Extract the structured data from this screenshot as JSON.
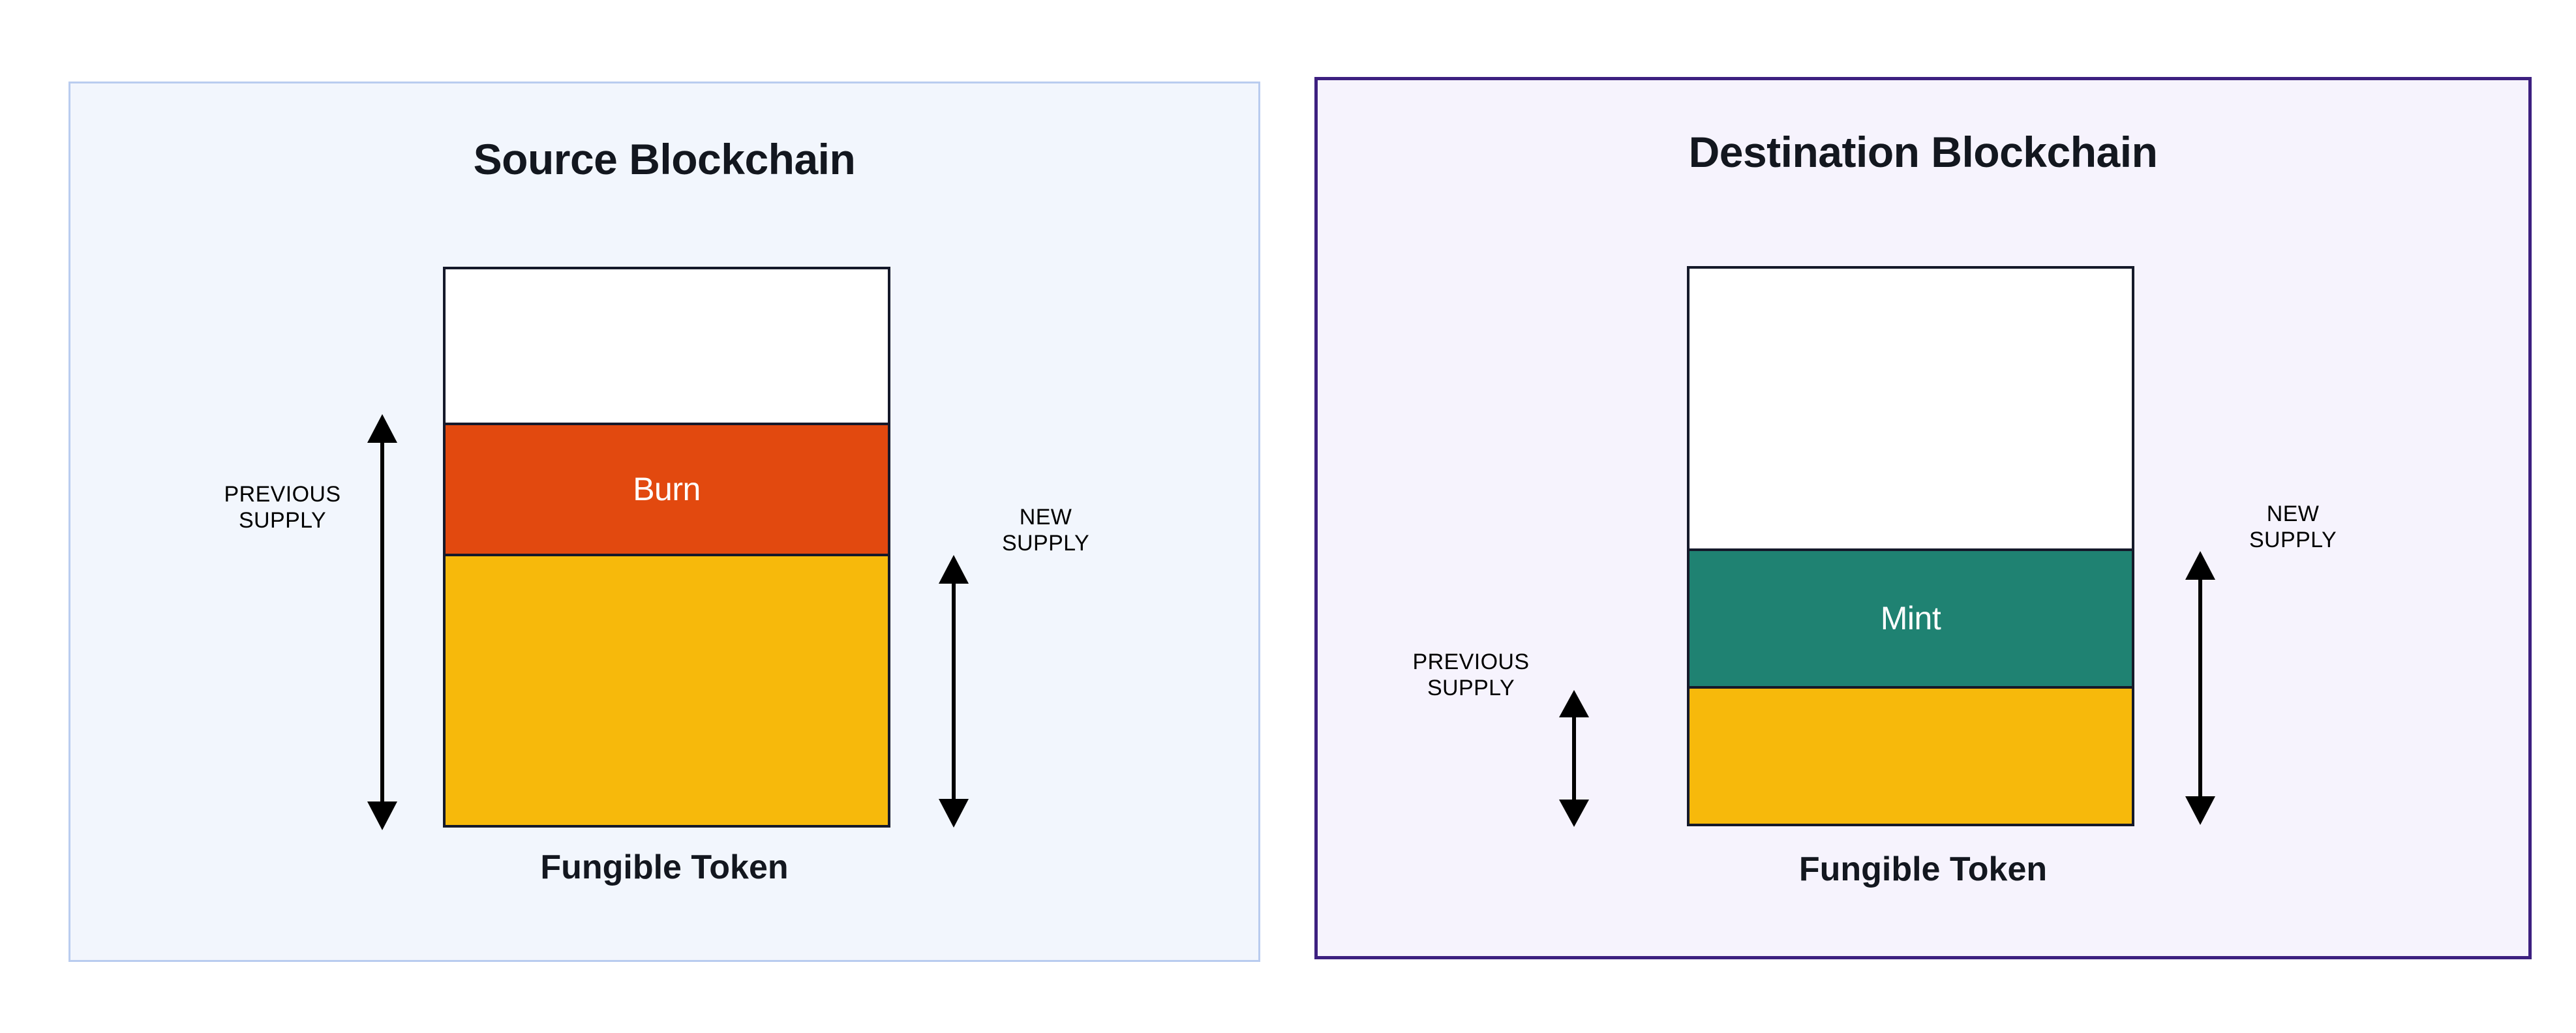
{
  "diagram": {
    "type": "token-supply-burn-mint-comparison",
    "panels": [
      {
        "id": "source",
        "title": "Source Blockchain",
        "footer": "Fungible Token",
        "panel_background": "#F2F6FD",
        "panel_border": "#B9CCEF",
        "bar": {
          "outline_color": "#15192A",
          "segments": [
            {
              "name": "headroom",
              "label": "",
              "color": "#FFFFFF",
              "height_pct": 27.8
            },
            {
              "name": "burn",
              "label": "Burn",
              "color": "#E2490F",
              "height_pct": 23.4
            },
            {
              "name": "supply",
              "label": "",
              "color": "#F7B90B",
              "height_pct": 48.8
            }
          ]
        },
        "measures": [
          {
            "name": "previous-supply",
            "label": "PREVIOUS\nSUPPLY",
            "side": "left",
            "spans": [
              "burn",
              "supply"
            ],
            "length_pct": 72.2
          },
          {
            "name": "new-supply",
            "label": "NEW\nSUPPLY",
            "side": "right",
            "spans": [
              "supply"
            ],
            "length_pct": 48.8
          }
        ]
      },
      {
        "id": "destination",
        "title": "Destination Blockchain",
        "footer": "Fungible Token",
        "panel_background": "#F6F3FD",
        "panel_border": "#3D2080",
        "bar": {
          "outline_color": "#15192A",
          "segments": [
            {
              "name": "headroom",
              "label": "",
              "color": "#FFFFFF",
              "height_pct": 50.9
            },
            {
              "name": "mint",
              "label": "Mint",
              "color": "#1F8272",
              "height_pct": 24.5
            },
            {
              "name": "supply",
              "label": "",
              "color": "#F7B90B",
              "height_pct": 24.6
            }
          ]
        },
        "measures": [
          {
            "name": "previous-supply",
            "label": "PREVIOUS\nSUPPLY",
            "side": "left",
            "spans": [
              "supply"
            ],
            "length_pct": 24.6
          },
          {
            "name": "new-supply",
            "label": "NEW\nSUPPLY",
            "side": "right",
            "spans": [
              "mint",
              "supply"
            ],
            "length_pct": 49.1
          }
        ]
      }
    ]
  }
}
